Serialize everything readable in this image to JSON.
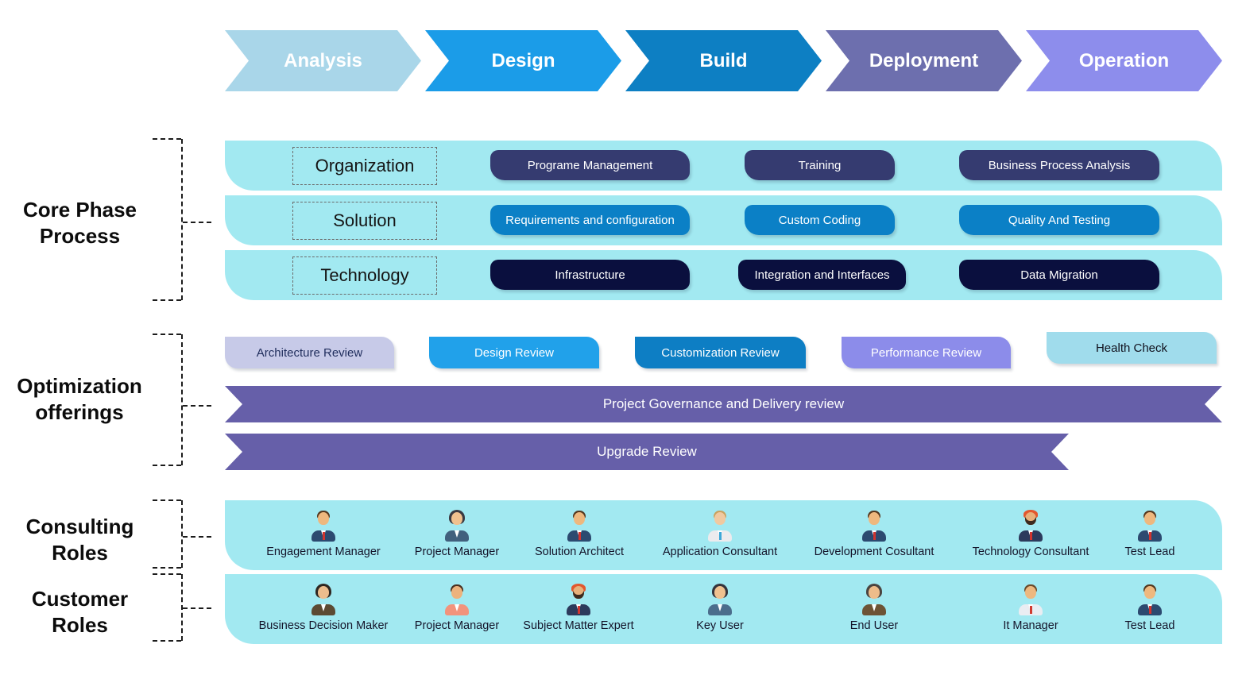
{
  "phases": [
    {
      "label": "Analysis",
      "color": "#a9d6e9"
    },
    {
      "label": "Design",
      "color": "#1b9ce8"
    },
    {
      "label": "Build",
      "color": "#0d7fc3"
    },
    {
      "label": "Deployment",
      "color": "#6d6fae"
    },
    {
      "label": "Operation",
      "color": "#8d8dec"
    }
  ],
  "sections": {
    "core": {
      "label": "Core Phase Process"
    },
    "optimization": {
      "label": "Optimization offerings"
    },
    "consulting": {
      "label": "Consulting Roles"
    },
    "customer": {
      "label": "Customer Roles"
    }
  },
  "row_bg": "#a2e9f1",
  "core_rows": [
    {
      "label": "Organization",
      "pill_bg": "#353b70",
      "pills": [
        "Programe Management",
        "Training",
        "Business Process Analysis"
      ]
    },
    {
      "label": "Solution",
      "pill_bg": "#0b80c6",
      "pills": [
        "Requirements and configuration",
        "Custom Coding",
        "Quality And Testing"
      ]
    },
    {
      "label": "Technology",
      "pill_bg": "#0a0f3e",
      "pills": [
        "Infrastructure",
        "Integration and Interfaces",
        "Data Migration"
      ]
    }
  ],
  "optimization": {
    "pills": [
      {
        "text": "Architecture Review",
        "bg": "#c7cae8",
        "fg": "#1f2d5c"
      },
      {
        "text": "Design Review",
        "bg": "#21a1ea",
        "fg": "#ffffff"
      },
      {
        "text": "Customization Review",
        "bg": "#0d7ec4",
        "fg": "#ffffff"
      },
      {
        "text": "Performance Review",
        "bg": "#8c8cea",
        "fg": "#ffffff"
      },
      {
        "text": "Health Check",
        "bg": "#a0dcec",
        "fg": "#10101c"
      }
    ],
    "ribbon_bg": "#665fa9",
    "ribbons": [
      {
        "text": "Project Governance and Delivery review"
      },
      {
        "text": "Upgrade Review"
      }
    ]
  },
  "consulting_roles": [
    {
      "label": "Engagement Manager",
      "icon": "businessman-avatar-icon"
    },
    {
      "label": "Project Manager",
      "icon": "businesswoman-avatar-icon"
    },
    {
      "label": "Solution Architect",
      "icon": "businessman-avatar-icon"
    },
    {
      "label": "Application Consultant",
      "icon": "consultant-avatar-icon"
    },
    {
      "label": "Development Cosultant",
      "icon": "businessman-avatar-icon"
    },
    {
      "label": "Technology Consultant",
      "icon": "turban-man-avatar-icon"
    },
    {
      "label": "Test Lead",
      "icon": "businessman-avatar-icon"
    }
  ],
  "customer_roles": [
    {
      "label": "Business Decision Maker",
      "icon": "businesswoman-avatar-icon"
    },
    {
      "label": "Project Manager",
      "icon": "casual-man-avatar-icon"
    },
    {
      "label": "Subject Matter Expert",
      "icon": "turban-man-avatar-icon"
    },
    {
      "label": "Key User",
      "icon": "businesswoman-avatar-icon"
    },
    {
      "label": "End User",
      "icon": "businesswoman-avatar-icon"
    },
    {
      "label": "It Manager",
      "icon": "shirt-man-avatar-icon"
    },
    {
      "label": "Test Lead",
      "icon": "businessman-avatar-icon"
    }
  ]
}
